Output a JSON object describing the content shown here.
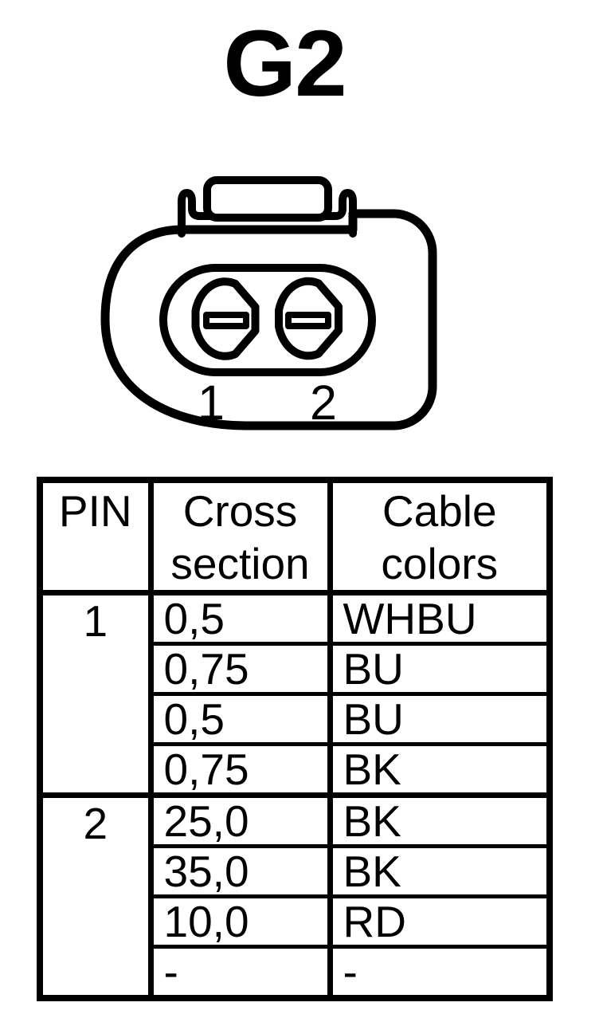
{
  "title": "G2",
  "connector": {
    "pin_labels": [
      "1",
      "2"
    ]
  },
  "table": {
    "headers": {
      "pin": "PIN",
      "cross_section": "Cross section",
      "cable_colors": "Cable colors"
    },
    "groups": [
      {
        "pin": "1",
        "rows": [
          {
            "cross_section": "0,5",
            "cable_color": "WHBU"
          },
          {
            "cross_section": "0,75",
            "cable_color": "BU"
          },
          {
            "cross_section": "0,5",
            "cable_color": "BU"
          },
          {
            "cross_section": "0,75",
            "cable_color": "BK"
          }
        ]
      },
      {
        "pin": "2",
        "rows": [
          {
            "cross_section": "25,0",
            "cable_color": "BK"
          },
          {
            "cross_section": "35,0",
            "cable_color": "BK"
          },
          {
            "cross_section": "10,0",
            "cable_color": "RD"
          },
          {
            "cross_section": "-",
            "cable_color": "-"
          }
        ]
      }
    ]
  },
  "colors": {
    "ink": "#000000",
    "background": "#ffffff"
  }
}
